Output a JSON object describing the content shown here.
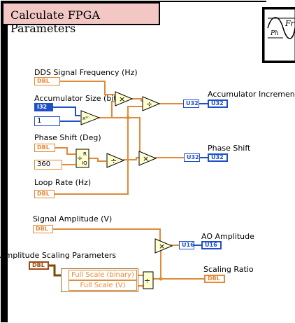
{
  "diagram": {
    "title": "Calculate FPGA Parameters",
    "controls": {
      "dds_freq": {
        "label": "DDS Signal Frequency (Hz)",
        "type_tag": "DBL"
      },
      "acc_size": {
        "label": "Accumulator Size (bit)",
        "type_tag": "I32"
      },
      "acc_size_const": "1",
      "phase_shift": {
        "label": "Phase Shift (Deg)",
        "type_tag": "DBL"
      },
      "phase_const": "360",
      "loop_rate": {
        "label": "Loop Rate (Hz)",
        "type_tag": "DBL"
      },
      "signal_amplitude": {
        "label": "Signal Amplitude (V)",
        "type_tag": "DBL"
      },
      "amp_scaling": {
        "label": "Amplitude Scaling Parameters",
        "type_tag": "DBL",
        "fields": [
          "Full Scale (binary)",
          "Full Scale (V)"
        ]
      }
    },
    "indicators": {
      "acc_increment": {
        "label": "Accumulator Increment",
        "type_tag": "U32"
      },
      "phase_shift_out": {
        "label": "Phase Shift",
        "type_tag": "U32"
      },
      "ao_amplitude": {
        "label": "AO Amplitude",
        "type_tag": "U16"
      },
      "scaling_ratio": {
        "label": "Scaling Ratio",
        "type_tag": "DBL"
      }
    },
    "conversions": {
      "u32_a": "U32",
      "u32_b": "U32",
      "u16": "U16"
    },
    "nodes": {
      "multiply": "×",
      "divide": "÷",
      "power_of_two": "x²ⁿ",
      "qr_r": "R",
      "qr_iq": "IQ"
    },
    "icon_text": {
      "fr": "Fr",
      "ph": "Ph"
    }
  }
}
